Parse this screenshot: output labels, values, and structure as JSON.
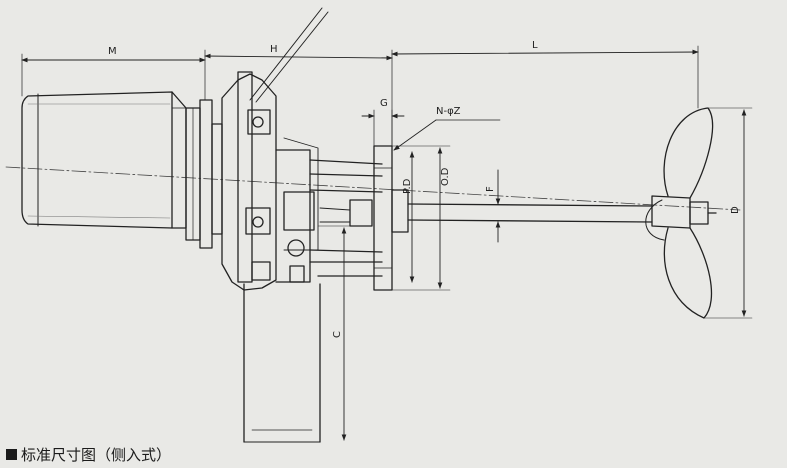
{
  "drawing": {
    "labels": {
      "M": "M",
      "H": "H",
      "L": "L",
      "G": "G",
      "holes": "N-φZ",
      "OD": "O.D",
      "PD": "P.D",
      "F": "F",
      "C": "C",
      "D": "D"
    }
  },
  "caption": {
    "marker_icon": "black-square",
    "text": "标准尺寸图（侧入式）"
  }
}
